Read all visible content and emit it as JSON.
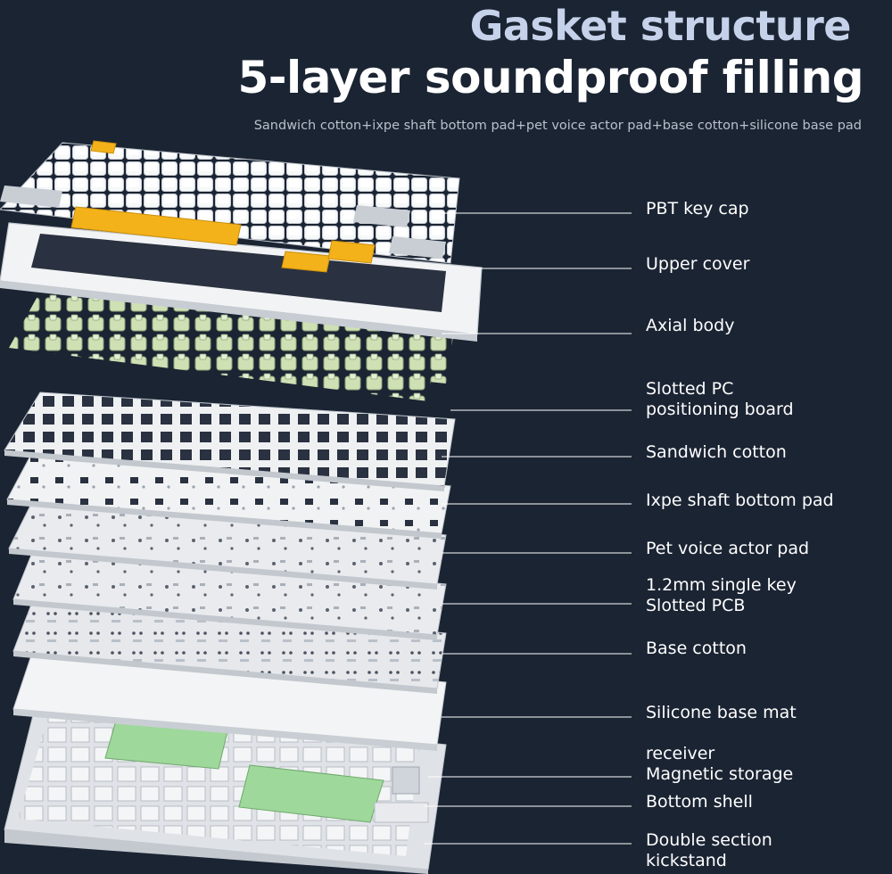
{
  "header": {
    "title": "Gasket structure",
    "headline": "5-layer soundproof filling",
    "subtitle": "Sandwich cotton+ixpe shaft bottom pad+pet voice actor pad+base cotton+silicone base pad"
  },
  "colors": {
    "background": "#1b2433",
    "accent_keycap": "#f4b21a",
    "switch_green": "#cfe0b4",
    "silicone_green": "#9ed89a",
    "plate_white": "#eef0f2"
  },
  "layers": [
    {
      "label": "PBT key cap"
    },
    {
      "label": "Upper cover"
    },
    {
      "label": "Axial body"
    },
    {
      "label": "Slotted PC\npositioning board"
    },
    {
      "label": "Sandwich cotton"
    },
    {
      "label": "Ixpe shaft bottom pad"
    },
    {
      "label": "Pet voice actor pad"
    },
    {
      "label": "1.2mm single key\nSlotted PCB"
    },
    {
      "label": "Base cotton"
    },
    {
      "label": "Silicone base mat"
    },
    {
      "label": "receiver\nMagnetic storage"
    },
    {
      "label": "Bottom shell"
    },
    {
      "label": "Double section\nkickstand"
    }
  ]
}
